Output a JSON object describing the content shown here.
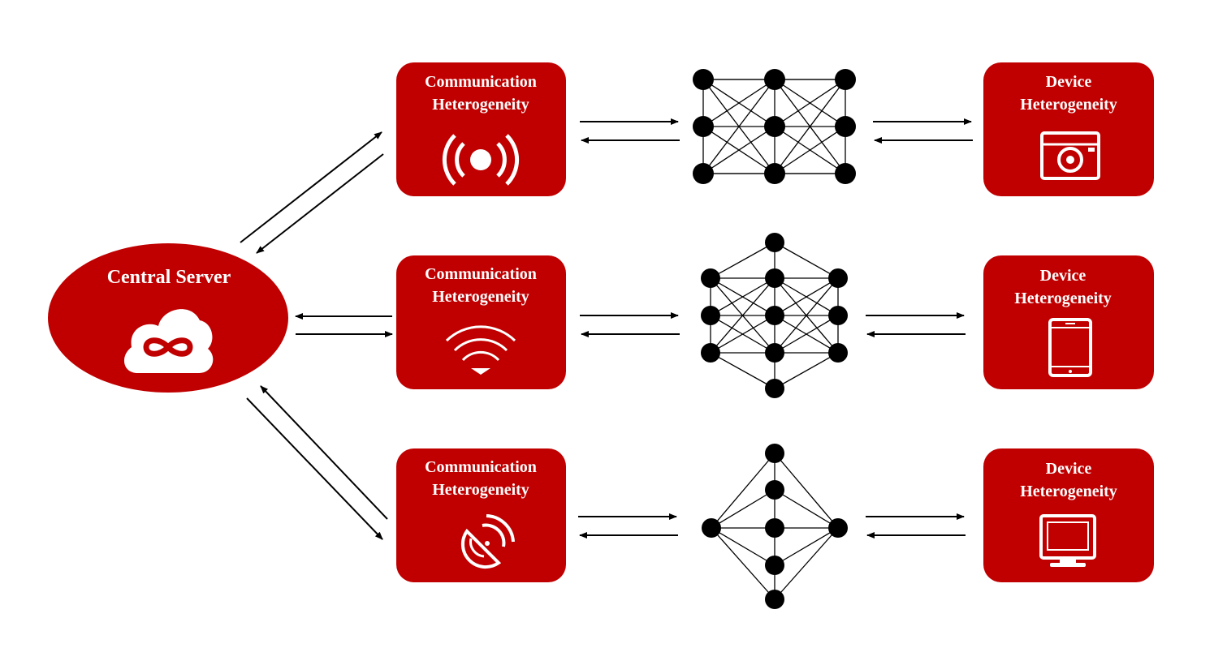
{
  "diagram": {
    "server": {
      "label": "Central Server",
      "icon": "cloud-sync-icon"
    },
    "rows": [
      {
        "comm_label_line1": "Communication",
        "comm_label_line2": "Heterogeneity",
        "comm_icon": "broadcast-icon",
        "device_label_line1": "Device",
        "device_label_line2": "Heterogeneity",
        "device_icon": "camera-icon",
        "network": "fully-connected-3x3"
      },
      {
        "comm_label_line1": "Communication",
        "comm_label_line2": "Heterogeneity",
        "comm_icon": "wifi-icon",
        "device_label_line1": "Device",
        "device_label_line2": "Heterogeneity",
        "device_icon": "tablet-icon",
        "network": "hexagonal-graph"
      },
      {
        "comm_label_line1": "Communication",
        "comm_label_line2": "Heterogeneity",
        "comm_icon": "satellite-dish-icon",
        "device_label_line1": "Device",
        "device_label_line2": "Heterogeneity",
        "device_icon": "monitor-icon",
        "network": "diamond-graph"
      }
    ],
    "colors": {
      "accent": "#c00000",
      "text": "#ffffff",
      "line": "#000000"
    }
  }
}
